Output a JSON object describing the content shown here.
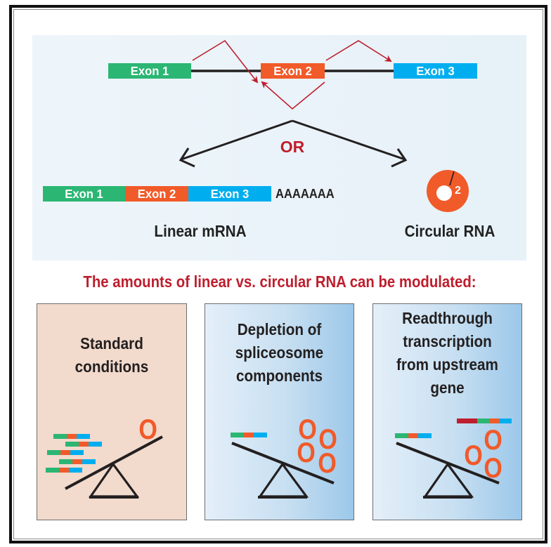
{
  "colors": {
    "exon1": "#2bb673",
    "exon2": "#f15a29",
    "exon3": "#00aeef",
    "upstream_exon": "#be1e2d",
    "arrow_red": "#be1e2d",
    "heading_red": "#be1e2d",
    "line_black": "#231f20"
  },
  "pre_mrna": {
    "exons": [
      {
        "label": "Exon 1"
      },
      {
        "label": "Exon 2"
      },
      {
        "label": "Exon 3"
      }
    ]
  },
  "branch_label": "OR",
  "linear_mrna": {
    "exons": [
      {
        "label": "Exon 1"
      },
      {
        "label": "Exon 2"
      },
      {
        "label": "Exon 3"
      }
    ],
    "poly_a": "AAAAAAA",
    "caption": "Linear mRNA"
  },
  "circular_rna": {
    "exon_number": "2",
    "caption": "Circular RNA"
  },
  "heading": "The amounts of linear vs. circular RNA can be modulated:",
  "panels": [
    {
      "title": "Standard\nconditions",
      "linear_count": 5,
      "circular_count": 1,
      "balance_tilt": "left-down"
    },
    {
      "title": "Depletion of\nspliceosome\ncomponents",
      "linear_count": 1,
      "circular_count": 4,
      "balance_tilt": "right-down"
    },
    {
      "title": "Readthrough\ntranscription\nfrom upstream\ngene",
      "linear_count": 1,
      "readthrough_count": 1,
      "circular_count": 3,
      "balance_tilt": "right-down"
    }
  ],
  "ring_glyph": "O"
}
